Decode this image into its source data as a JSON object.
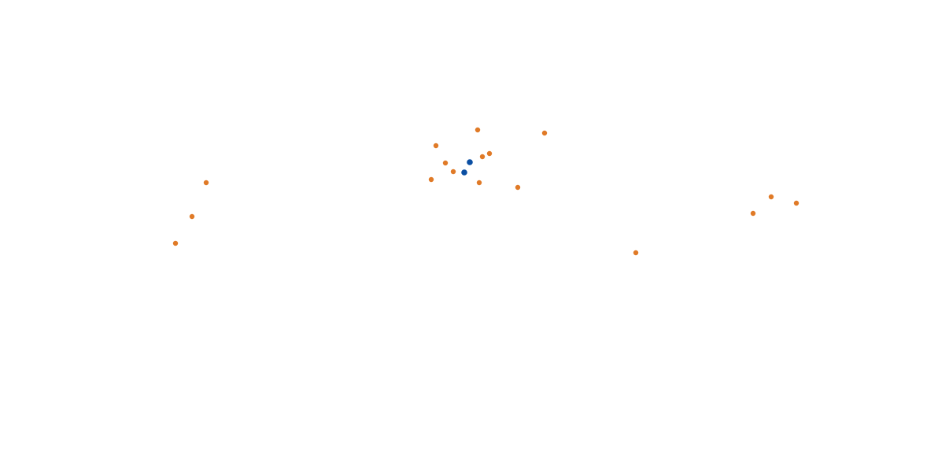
{
  "map": {
    "marker_styles": {
      "orange": {
        "fill": "#e07a27",
        "stroke": "#ffffff"
      },
      "blue": {
        "fill": "#0b4fa3",
        "stroke": "#ffffff"
      }
    },
    "markers": [
      {
        "id": "m1",
        "style": "orange"
      },
      {
        "id": "m2",
        "style": "orange"
      },
      {
        "id": "m3",
        "style": "orange"
      },
      {
        "id": "m4",
        "style": "orange"
      },
      {
        "id": "m5",
        "style": "orange"
      },
      {
        "id": "m6",
        "style": "orange"
      },
      {
        "id": "m7",
        "style": "orange"
      },
      {
        "id": "m8",
        "style": "orange"
      },
      {
        "id": "m9",
        "style": "orange"
      },
      {
        "id": "m10",
        "style": "orange"
      },
      {
        "id": "m11",
        "style": "orange"
      },
      {
        "id": "m12",
        "style": "orange"
      },
      {
        "id": "m13",
        "style": "orange"
      },
      {
        "id": "m14",
        "style": "orange"
      },
      {
        "id": "m15",
        "style": "orange"
      },
      {
        "id": "m16",
        "style": "orange"
      },
      {
        "id": "m17",
        "style": "orange"
      },
      {
        "id": "m18",
        "style": "blue"
      },
      {
        "id": "m19",
        "style": "blue"
      }
    ]
  }
}
